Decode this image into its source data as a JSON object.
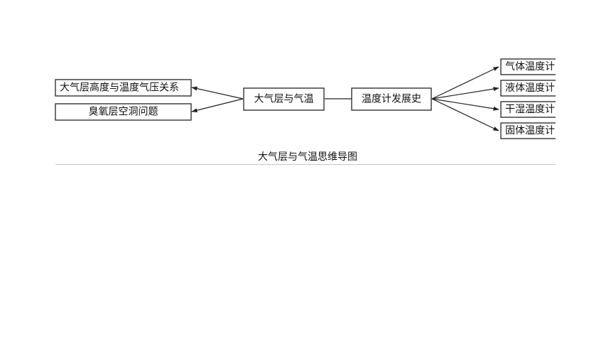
{
  "diagram": {
    "caption": "大气层与气温思维导图",
    "nodes": {
      "center": "大气层与气温",
      "history": "温度计发展史",
      "left_1": "大气层高度与温度气压关系",
      "left_2": "臭氧层空洞问题",
      "right_1": "气体温度计",
      "right_2": "液体温度计",
      "right_3": "干湿温度计",
      "right_4": "固体温度计"
    }
  }
}
